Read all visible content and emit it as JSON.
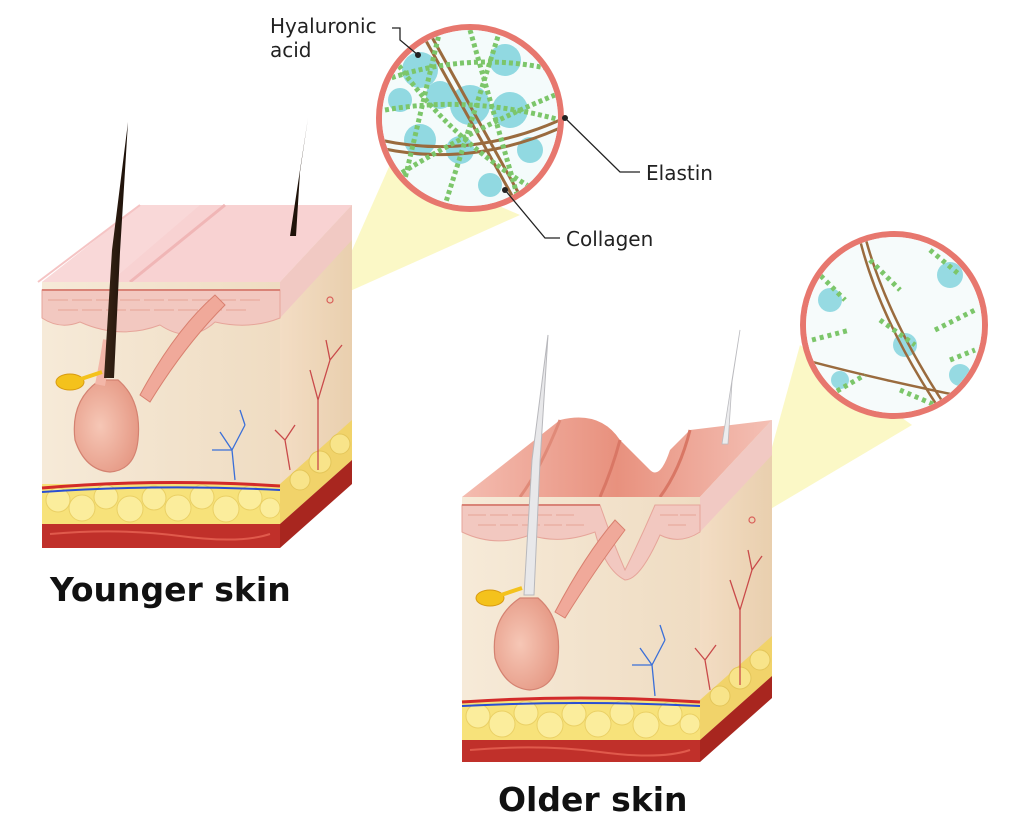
{
  "labels": {
    "hyaluronic_line1": "Hyaluronic",
    "hyaluronic_line2": "acid",
    "elastin": "Elastin",
    "collagen": "Collagen"
  },
  "titles": {
    "younger": "Younger skin",
    "older": "Older skin"
  },
  "colors": {
    "epidermis_top": "#f6c4c4",
    "dermis": "#f5ead6",
    "fat": "#f7e27a",
    "muscle": "#c0302a",
    "elastin": "#7cc66a",
    "collagen": "#9a6b3e",
    "hyaluronic_acid": "#7fd3dc",
    "magnifier_ring": "#e7776e",
    "zoom_cone": "#fbf8c3"
  }
}
